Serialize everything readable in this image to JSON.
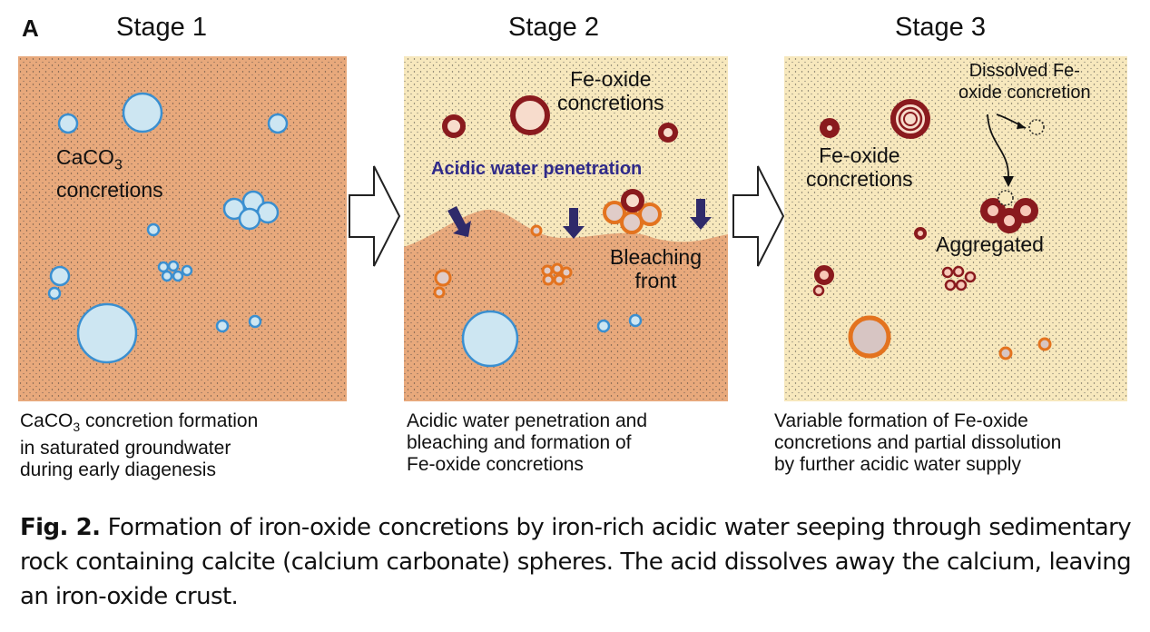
{
  "panel_letter": "A",
  "stages": [
    {
      "title": "Stage 1",
      "labels": [
        "CaCO",
        "3",
        "concretions"
      ],
      "caption": [
        "CaCO",
        "3",
        " concretion formation",
        "in saturated groundwater",
        "during early diagenesis"
      ]
    },
    {
      "title": "Stage 2",
      "labels": [
        "Fe-oxide",
        "concretions",
        "Acidic water penetration",
        "Bleaching",
        "front"
      ],
      "caption": [
        "Acidic water penetration and",
        "bleaching and formation of",
        "Fe-oxide concretions"
      ]
    },
    {
      "title": "Stage 3",
      "labels": [
        "Dissolved Fe-",
        "oxide concretion",
        "Fe-oxide",
        "concretions",
        "Aggregated"
      ],
      "caption": [
        "Variable formation of Fe-oxide",
        "concretions and partial dissolution",
        "by further acidic water supply"
      ]
    }
  ],
  "figure_caption": {
    "label": "Fig. 2.",
    "text": " Formation of iron-oxide concretions by iron-rich acidic water seeping through sedimentary rock containing calcite (calcium carbonate) spheres. The acid dissolves away the calcium, leaving an iron-oxide crust."
  },
  "colors": {
    "orange_rock": "#e8a97c",
    "bleached": "#f7e8bd",
    "calcite_fill": "#cde6f2",
    "calcite_edge": "#3a8fd0",
    "fe_dark": "#8a1a1e",
    "fe_orange": "#e3731f",
    "arrow": "#2f2a6a"
  }
}
